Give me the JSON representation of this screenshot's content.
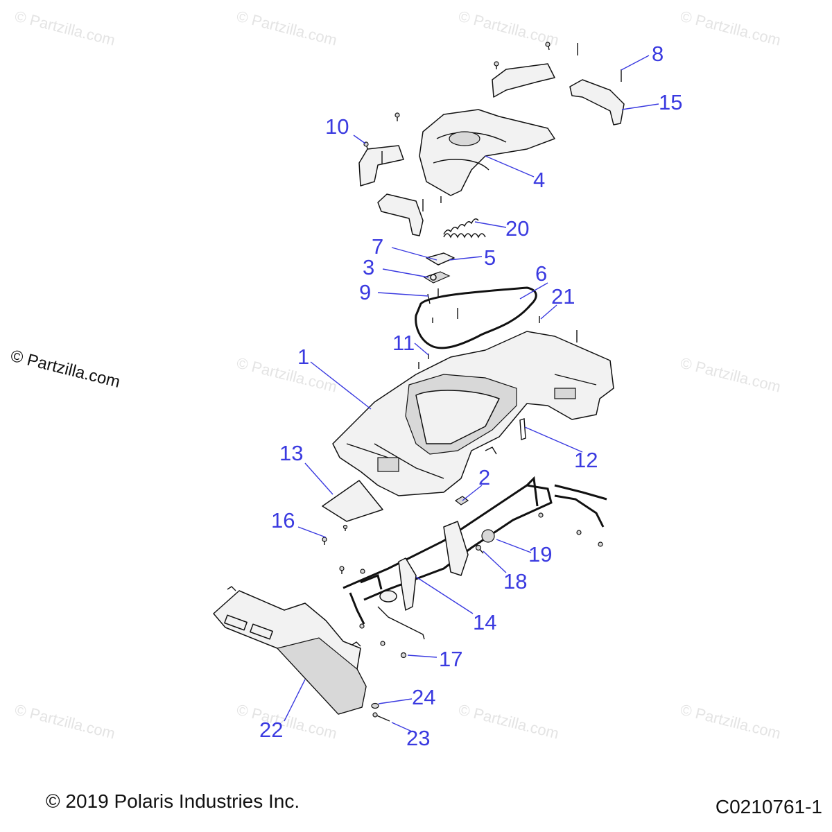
{
  "watermark": "© Partzilla.com",
  "callouts": [
    {
      "id": "1",
      "label": "1"
    },
    {
      "id": "2",
      "label": "2"
    },
    {
      "id": "3",
      "label": "3"
    },
    {
      "id": "4",
      "label": "4"
    },
    {
      "id": "5",
      "label": "5"
    },
    {
      "id": "6",
      "label": "6"
    },
    {
      "id": "7",
      "label": "7"
    },
    {
      "id": "8",
      "label": "8"
    },
    {
      "id": "9",
      "label": "9"
    },
    {
      "id": "10",
      "label": "10"
    },
    {
      "id": "11",
      "label": "11"
    },
    {
      "id": "12",
      "label": "12"
    },
    {
      "id": "13",
      "label": "13"
    },
    {
      "id": "14",
      "label": "14"
    },
    {
      "id": "15",
      "label": "15"
    },
    {
      "id": "16",
      "label": "16"
    },
    {
      "id": "17",
      "label": "17"
    },
    {
      "id": "18",
      "label": "18"
    },
    {
      "id": "19",
      "label": "19"
    },
    {
      "id": "20",
      "label": "20"
    },
    {
      "id": "21",
      "label": "21"
    },
    {
      "id": "22",
      "label": "22"
    },
    {
      "id": "23",
      "label": "23"
    },
    {
      "id": "24",
      "label": "24"
    }
  ],
  "footer": {
    "copyright": "© 2019 Polaris Industries Inc.",
    "diagram_code": "C0210761-1"
  },
  "colors": {
    "callout": "#3a3ae0",
    "line_art": "#111111",
    "watermark": "#e4e4e4"
  }
}
